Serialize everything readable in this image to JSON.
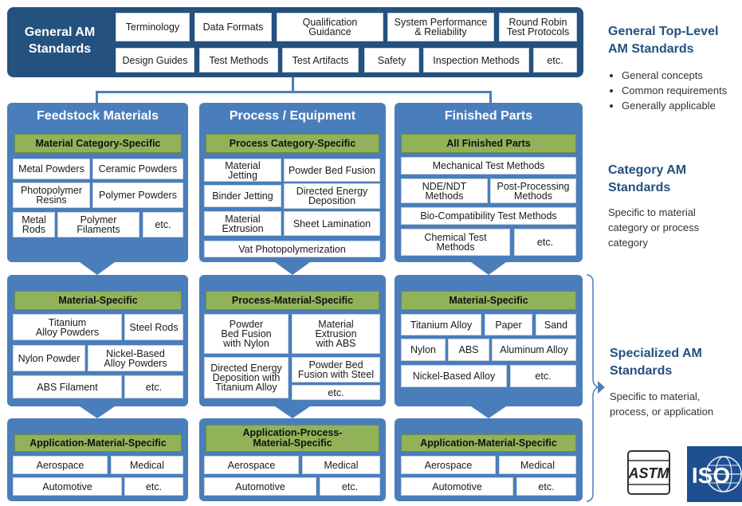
{
  "top": {
    "title": "General AM\nStandards",
    "row1": [
      "Terminology",
      "Data Formats",
      "Qualification\nGuidance",
      "System Performance\n& Reliability",
      "Round Robin\nTest Protocols"
    ],
    "row2": [
      "Design Guides",
      "Test Methods",
      "Test Artifacts",
      "Safety",
      "Inspection Methods",
      "etc."
    ]
  },
  "columns": {
    "feedstock": {
      "title": "Feedstock Materials",
      "category_header": "Material Category-Specific",
      "category_items": [
        "Metal Powders",
        "Ceramic Powders",
        "Photopolymer\nResins",
        "Polymer Powders",
        "Metal\nRods",
        "Polymer\nFilaments",
        "etc."
      ],
      "specific_header": "Material-Specific",
      "specific_items": [
        "Titanium\nAlloy Powders",
        "Steel Rods",
        "Nylon Powder",
        "Nickel-Based\nAlloy Powders",
        "ABS Filament",
        "etc."
      ],
      "application_header": "Application-Material-Specific",
      "application_items": [
        "Aerospace",
        "Medical",
        "Automotive",
        "etc."
      ]
    },
    "process": {
      "title": "Process / Equipment",
      "category_header": "Process Category-Specific",
      "category_items": [
        "Material\nJetting",
        "Powder Bed Fusion",
        "Binder Jetting",
        "Directed Energy\nDeposition",
        "Material\nExtrusion",
        "Sheet Lamination",
        "Vat Photopolymerization"
      ],
      "specific_header": "Process-Material-Specific",
      "specific_items": [
        "Powder\nBed Fusion\nwith Nylon",
        "Material\nExtrusion\nwith ABS",
        "Directed Energy\nDeposition with\nTitanium Alloy",
        "Powder Bed\nFusion with Steel",
        "etc."
      ],
      "application_header": "Application-Process-\nMaterial-Specific",
      "application_items": [
        "Aerospace",
        "Medical",
        "Automotive",
        "etc."
      ]
    },
    "finished": {
      "title": "Finished Parts",
      "category_header": "All Finished Parts",
      "category_items": [
        "Mechanical Test Methods",
        "NDE/NDT\nMethods",
        "Post-Processing\nMethods",
        "Bio-Compatibility Test Methods",
        "Chemical Test\nMethods",
        "etc."
      ],
      "specific_header": "Material-Specific",
      "specific_items": [
        "Titanium Alloy",
        "Paper",
        "Sand",
        "Nylon",
        "ABS",
        "Aluminum Alloy",
        "Nickel-Based Alloy",
        "etc."
      ],
      "application_header": "Application-Material-Specific",
      "application_items": [
        "Aerospace",
        "Medical",
        "Automotive",
        "etc."
      ]
    }
  },
  "side": {
    "general_title": "General Top-Level\nAM Standards",
    "general_bullets": [
      "General concepts",
      "Common requirements",
      "Generally applicable"
    ],
    "category_title": "Category AM\nStandards",
    "category_text": "Specific to material\ncategory or process\ncategory",
    "specialized_title": "Specialized AM\nStandards",
    "specialized_text": "Specific to material,\nprocess, or application"
  },
  "logos": {
    "astm": "ASTM",
    "iso": "ISO"
  },
  "colors": {
    "dark_blue": "#24517e",
    "panel_blue": "#4a7ebb",
    "green": "#92b25a"
  }
}
